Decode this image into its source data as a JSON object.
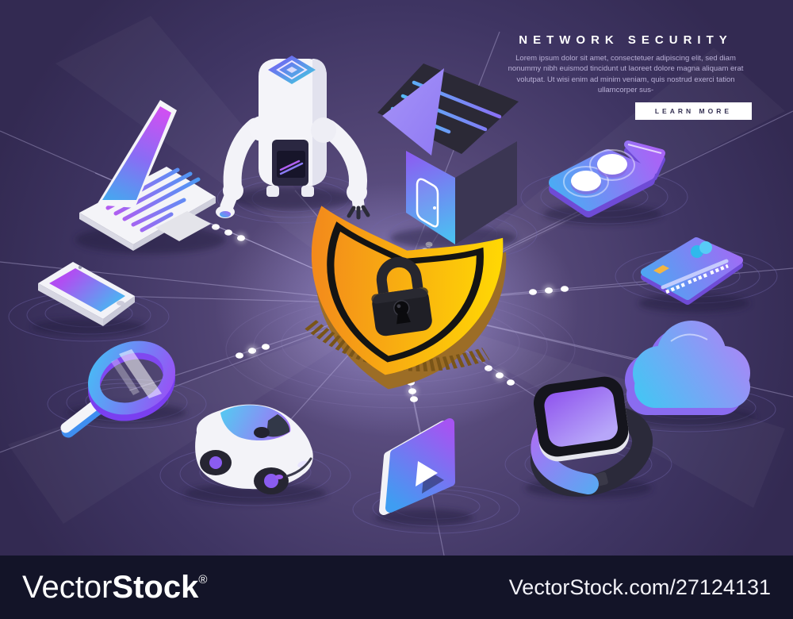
{
  "hero": {
    "title": "NETWORK SECURITY",
    "description": "Lorem ipsum dolor sit amet, consectetuer adipiscing elit, sed diam nonummy nibh euismod tincidunt ut laoreet dolore magna aliquam erat volutpat. Ut wisi enim ad minim veniam, quis nostrud exerci tation ullamcorper sus-",
    "button_label": "LEARN MORE"
  },
  "watermark": {
    "brand_light": "Vector",
    "brand_bold": "Stock",
    "registered_mark": "®",
    "site_ref": "VectorStock.com/27124131"
  },
  "illustration": {
    "center_node": "security-shield-with-padlock",
    "connected_nodes": [
      "laptop",
      "robot",
      "smart-home",
      "video-camera",
      "credit-card",
      "cloud",
      "smartwatch",
      "video-player",
      "smart-car",
      "magnifier",
      "smartphone"
    ]
  },
  "colors": {
    "background": "#342c56",
    "background_glow": "#6b5e9b",
    "footer_bar": "#131428",
    "shield_orange": "#f2851d",
    "shield_yellow": "#ffd704",
    "padlock_black": "#1f1f26",
    "device_blue": "#3fb4f2",
    "device_purple": "#a563f2",
    "connection_line": "#cfc6f0"
  }
}
